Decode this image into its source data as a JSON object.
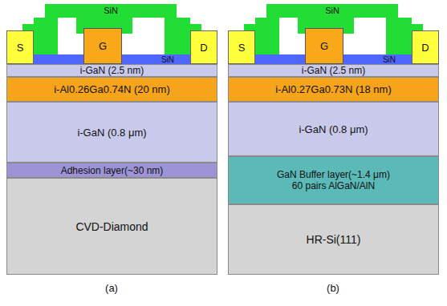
{
  "diagram": {
    "nodes": [
      {
        "text": [
          "S"
        ]
      },
      {
        "text": [
          "G"
        ]
      },
      {
        "text": [
          "D"
        ]
      },
      {
        "text": [
          "SiN"
        ]
      },
      {
        "text": [
          "SiN"
        ]
      },
      {
        "text": [
          "i-GaN (2.5 nm)"
        ]
      },
      {
        "text": [
          "i-Al0.26Ga0.74N (20 nm)"
        ]
      },
      {
        "text": [
          "i-GaN (0.8 μm)"
        ]
      },
      {
        "text": [
          "Adhesion layer(~30 nm)"
        ]
      },
      {
        "text": [
          "CVD-Diamond"
        ]
      },
      {
        "text": [
          "S"
        ]
      },
      {
        "text": [
          "G"
        ]
      },
      {
        "text": [
          "D"
        ]
      },
      {
        "text": [
          "SiN"
        ]
      },
      {
        "text": [
          "SiN"
        ]
      },
      {
        "text": [
          "i-GaN (2.5 nm)"
        ]
      },
      {
        "text": [
          "i-Al0.27Ga0.73N (18 nm)"
        ]
      },
      {
        "text": [
          "i-GaN (0.8 μm)"
        ]
      },
      {
        "text": [
          "GaN Buffer layer(~1.4 μm)",
          "60 pairs AlGaN/AlN"
        ]
      },
      {
        "text": [
          "HR-Si(111)"
        ]
      }
    ],
    "labels": [
      "(a)",
      "(b)"
    ]
  }
}
